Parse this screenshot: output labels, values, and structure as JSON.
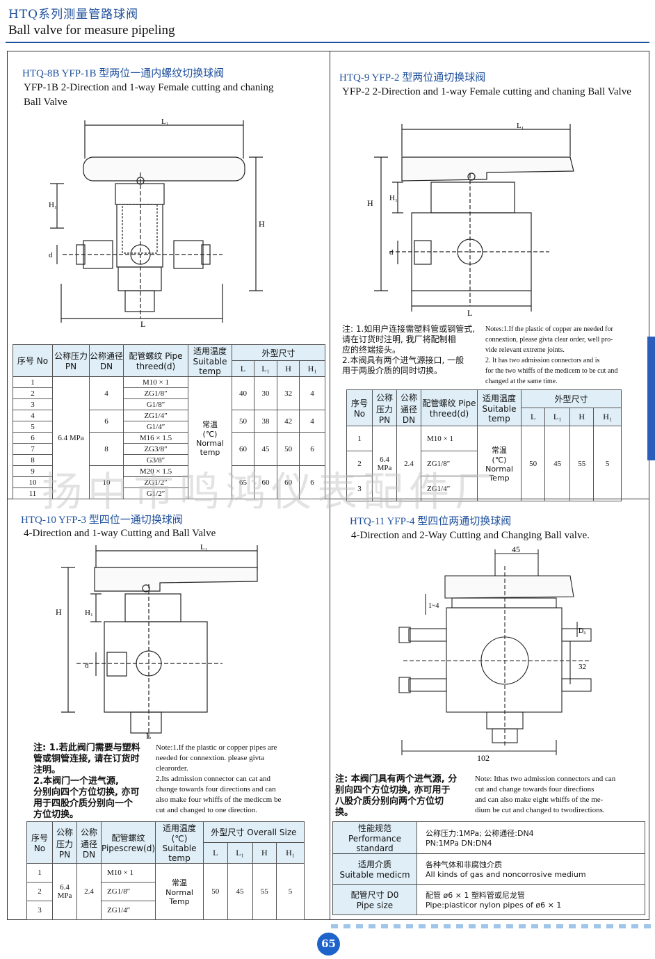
{
  "header": {
    "title_cn": "HTQ系列测量管路球阀",
    "title_en": "Ball valve for measure pipeling"
  },
  "watermark": "扬中市鸣鸿仪表配件厂",
  "page_number": "65",
  "q1": {
    "title": "HTQ-8B YFP-1B 型两位一通内螺纹切换球阀",
    "subtitle": "YFP-1B 2-Direction and 1-way Female cutting and chaning Ball Valve",
    "dims": {
      "L1": "L₁",
      "H": "H",
      "H1": "H₁",
      "d": "d",
      "L": "L"
    },
    "table": {
      "headers": {
        "no": "序号 No",
        "pn": "公称压力 PN",
        "dn": "公称通径 DN",
        "thread": "配管螺纹 Pipe threed(d)",
        "temp": "适用温度 Suitable temp",
        "size": "外型尺寸",
        "L": "L",
        "L1": "L₁",
        "H": "H",
        "H1": "H₁"
      },
      "pn": "6.4 MPa",
      "temp": [
        "常温",
        "(℃)",
        "Normal",
        "temp"
      ],
      "rows": [
        {
          "no": "1",
          "thread": "M10 × 1"
        },
        {
          "no": "2",
          "thread": "ZG1/8″"
        },
        {
          "no": "3",
          "thread": "G1/8″"
        },
        {
          "no": "4",
          "thread": "ZG1/4″"
        },
        {
          "no": "5",
          "thread": "G1/4″"
        },
        {
          "no": "6",
          "thread": "M16 × 1.5"
        },
        {
          "no": "7",
          "thread": "ZG3/8″"
        },
        {
          "no": "8",
          "thread": "G3/8″"
        },
        {
          "no": "9",
          "thread": "M20 × 1.5"
        },
        {
          "no": "10",
          "thread": "ZG1/2″"
        },
        {
          "no": "11",
          "thread": "G1/2″"
        }
      ],
      "groups": [
        {
          "dn": "4",
          "L": "40",
          "L1": "30",
          "H": "32",
          "H1": "4"
        },
        {
          "dn": "6",
          "L": "50",
          "L1": "38",
          "H": "42",
          "H1": "4"
        },
        {
          "dn": "8",
          "L": "60",
          "L1": "45",
          "H": "50",
          "H1": "6"
        },
        {
          "dn": "10",
          "L": "65",
          "L1": "60",
          "H": "60",
          "H1": "6"
        }
      ]
    }
  },
  "q2": {
    "title": "HTQ-9 YFP-2 型两位通切换球阀",
    "subtitle": "YFP-2 2-Direction and 1-way Female cutting and chaning Ball Valve",
    "dims": {
      "L1": "L₁",
      "H": "H",
      "H1": "H₁",
      "d": "d",
      "L": "L"
    },
    "note_cn": [
      "注: 1.如用户连接需塑料管或钢管式,",
      "请在订货时注明, 我厂将配制相",
      "应的终端接头。",
      "2.本阀具有两个进气源接口, 一般",
      "用于两股介质的同时切换。"
    ],
    "note_en": [
      "Notes:1.If the plastic of copper are needed for",
      "connextion, please givta clear order, well pro-",
      "vide relevant extreme joints.",
      "2. It has two admission connectors and is",
      "for the two whiffs of the medicem to be cut and",
      "changed at the same time."
    ],
    "table": {
      "headers": {
        "no": "序号 No",
        "pn": "公称压力 PN",
        "dn": "公称通径 DN",
        "thread": "配管螺纹 Pipe threed(d)",
        "temp": "适用温度 Suitable temp",
        "size": "外型尺寸",
        "L": "L",
        "L1": "L₁",
        "H": "H",
        "H1": "H₁"
      },
      "pn": "6.4 MPa",
      "dn": "2.4",
      "temp": [
        "常温",
        "(℃)",
        "Normal",
        "Temp"
      ],
      "rows": [
        {
          "no": "1",
          "thread": "M10 × 1"
        },
        {
          "no": "2",
          "thread": "ZG1/8″"
        },
        {
          "no": "3",
          "thread": "ZG1/4″"
        }
      ],
      "L": "50",
      "L1": "45",
      "H": "55",
      "H1": "5"
    }
  },
  "q3": {
    "title": "HTQ-10 YFP-3 型四位一通切换球阀",
    "subtitle": "4-Direction and 1-way Cutting and Ball Valve",
    "dims": {
      "L1": "L₁",
      "H": "H",
      "H1": "H₁",
      "d": "d",
      "L": "L"
    },
    "note_cn": [
      "注: 1.若此阀门需要与塑料",
      "管或铜管连接, 请在订货时",
      "注明。",
      "2.本阀门一个进气源,",
      "分别向四个方位切换, 亦可",
      "用于四股介质分别向一个",
      "方位切换。"
    ],
    "note_en": [
      "Note:1.If the plastic or copper pipes are",
      "needed for connextion. please givta",
      "clearorder.",
      "2.Its admission connector can cat and",
      "change towards four directions and can",
      "also make four whiffs of the mediccm be",
      "cut and changed to one direction."
    ],
    "table": {
      "headers": {
        "no": "序号 No",
        "pn": "公称压力 PN",
        "dn": "公称通径 DN",
        "thread": "配管螺纹 Pipescrew(d)",
        "temp": "适用温度 (℃) Suitable temp",
        "size": "外型尺寸 Overall Size",
        "L": "L",
        "L1": "L₁",
        "H": "H",
        "H1": "H₁"
      },
      "pn": "6.4 MPa",
      "dn": "2.4",
      "temp": [
        "常温",
        "Normal",
        "Temp"
      ],
      "rows": [
        {
          "no": "1",
          "thread": "M10 × 1"
        },
        {
          "no": "2",
          "thread": "ZG1/8″"
        },
        {
          "no": "3",
          "thread": "ZG1/4″"
        }
      ],
      "L": "50",
      "L1": "45",
      "H": "55",
      "H1": "5"
    }
  },
  "q4": {
    "title": "HTQ-11 YFP-4 型四位两通切换球阀",
    "subtitle": "4-Direction and 2-Way Cutting and Changing Ball valve.",
    "dims": {
      "top": "45",
      "bottom": "102",
      "side": "32",
      "d0": "D₀",
      "gap": "1~4"
    },
    "note_cn": [
      "注: 本阀门具有两个进气源, 分",
      "别向四个方位切换, 亦可用于",
      "八股介质分别向两个方位切",
      "换。"
    ],
    "note_en": [
      "Note: Ithas two admission connectors and can",
      "cut and change towards four direcfions",
      "and can also make eight whiffs of the me-",
      "dium be cut and changed to twodirections."
    ],
    "spec": [
      {
        "label_cn": "性能规范",
        "label_en": "Performance standard",
        "value_cn": "公称压力:1MPa;  公称通径:DN4",
        "value_en": "PN:1MPa   DN:DN4"
      },
      {
        "label_cn": "适用介质",
        "label_en": "Suitable medicm",
        "value_cn": "各种气体和非腐蚀介质",
        "value_en": "All kinds of gas and noncorrosive medium"
      },
      {
        "label_cn": "配管尺寸 D0",
        "label_en": "Pipe size",
        "value_cn": "配管 ø6 × 1 塑料管或尼龙管",
        "value_en": "Pipe:piasticor nylon pipes of ø6 × 1"
      }
    ]
  },
  "colors": {
    "accent": "#1d4f9c",
    "table_header": "#dfeef7",
    "page_badge": "#1d63c9"
  }
}
